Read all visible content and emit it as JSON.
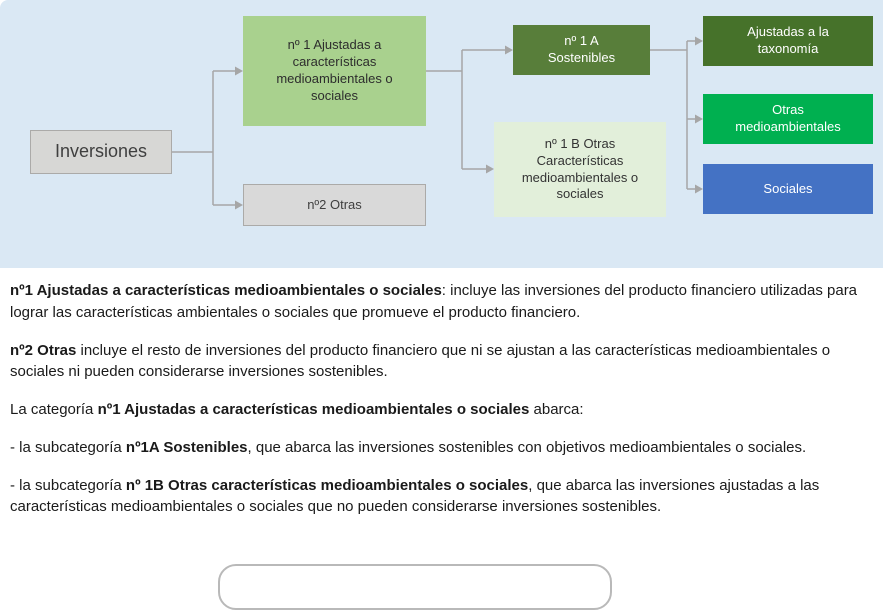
{
  "diagram": {
    "nodes": {
      "inversiones": {
        "label": "Inversiones"
      },
      "n1": {
        "label": "nº 1 Ajustadas a\ncaracterísticas\nmedioambientales o\nsociales"
      },
      "n2": {
        "label": "nº2 Otras"
      },
      "n1a": {
        "label": "nº 1 A\nSostenibles"
      },
      "n1b": {
        "label": "nº 1 B Otras\nCaracterísticas\nmedioambientales o\nsociales"
      },
      "taxonomia": {
        "label": "Ajustadas a la\ntaxonomía"
      },
      "otras_medioambientales": {
        "label": "Otras\nmedioambientales"
      },
      "sociales": {
        "label": "Sociales"
      }
    },
    "colors": {
      "panel_bg": "#dae8f4",
      "gray_box": "#d9d9d9",
      "gray_border": "#abaaa8",
      "green_light": "#a9d18e",
      "green_pale": "#e2efda",
      "green_dark": "#587e3a",
      "green_darker": "#46722a",
      "green_bright": "#00b050",
      "blue_box": "#4472c4",
      "connector": "#a6a6a6"
    }
  },
  "paragraphs": [
    [
      {
        "text": "nº1 Ajustadas a características medioambientales o sociales",
        "bold": true
      },
      {
        "text": ": incluye las inversiones del producto financiero utilizadas para lograr las características ambientales o sociales que promueve el producto financiero."
      }
    ],
    [
      {
        "text": " "
      },
      {
        "text": "nº2 Otras",
        "bold": true
      },
      {
        "text": " incluye el resto de inversiones del producto financiero que ni se ajustan a las características medioambientales o sociales ni pueden considerarse inversiones sostenibles."
      }
    ],
    [
      {
        "text": " La categoría "
      },
      {
        "text": "nº1 Ajustadas a características medioambientales o sociales",
        "bold": true
      },
      {
        "text": " abarca:"
      }
    ],
    [
      {
        "text": "- la subcategoría "
      },
      {
        "text": "nº1A Sostenibles",
        "bold": true
      },
      {
        "text": ", que abarca las inversiones sostenibles con objetivos medioambientales o sociales."
      }
    ],
    [
      {
        "text": "- la subcategoría "
      },
      {
        "text": "nº 1B Otras características medioambientales o sociales",
        "bold": true
      },
      {
        "text": ", que abarca las inversiones ajustadas a las características medioambientales o sociales que no pueden considerarse inversiones sostenibles."
      }
    ]
  ]
}
